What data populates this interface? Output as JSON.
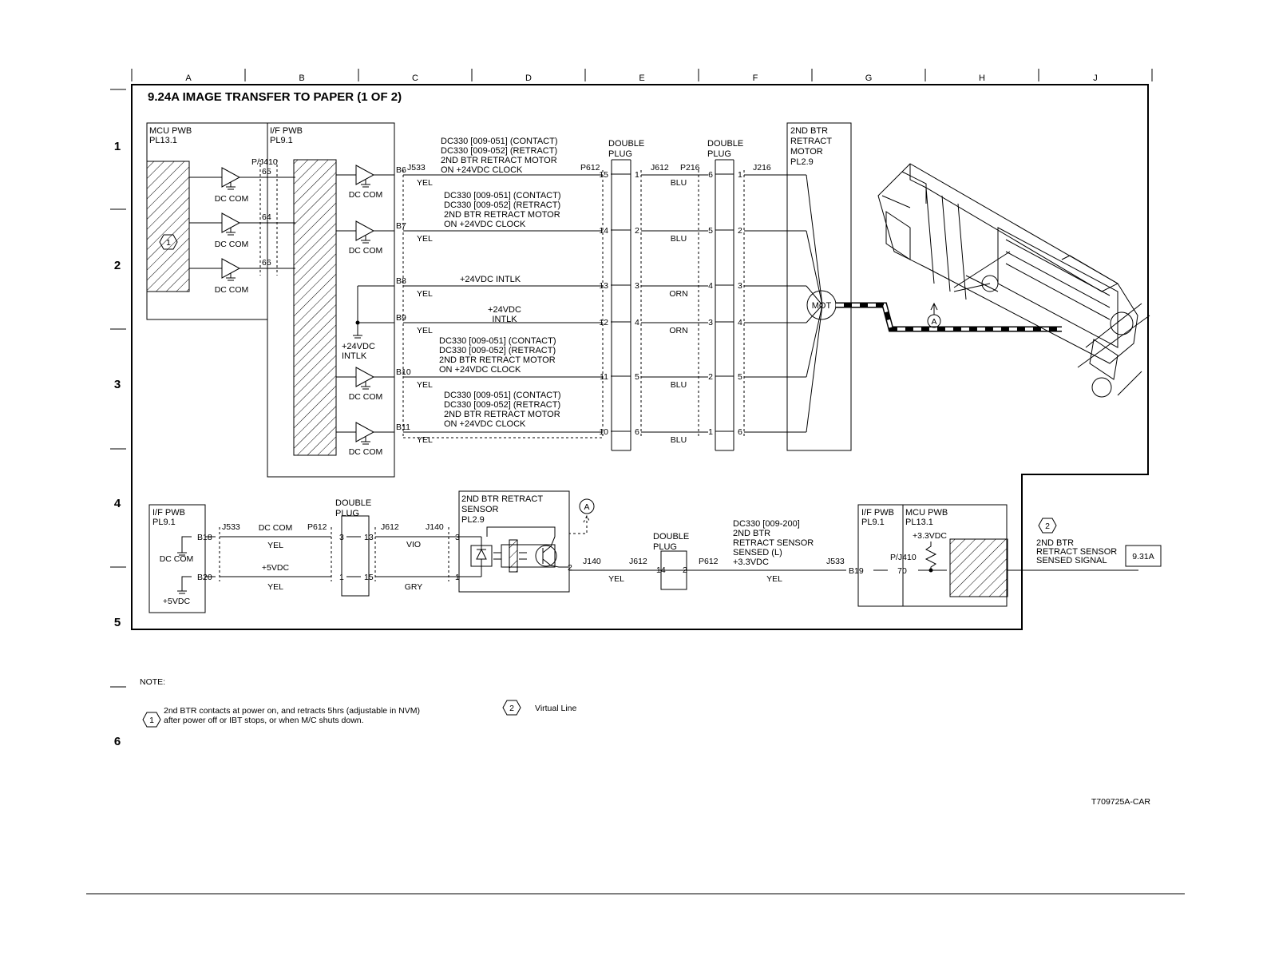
{
  "grid": {
    "columns": [
      "A",
      "B",
      "C",
      "D",
      "E",
      "F",
      "G",
      "H",
      "J"
    ],
    "rows": [
      "1",
      "2",
      "3",
      "4",
      "5",
      "6"
    ]
  },
  "title": "9.24A IMAGE TRANSFER TO PAPER (1 OF 2)",
  "top": {
    "mcu": [
      "MCU PWB",
      "PL13.1"
    ],
    "iff": [
      "I/F PWB",
      "PL9.1"
    ],
    "pj410": "P/J410",
    "pins": [
      "65",
      "64",
      "66"
    ],
    "dccom": "DC COM",
    "marker1": "1",
    "j533": "J533",
    "p612": "P612",
    "j612": "J612",
    "p216": "P216",
    "j216": "J216",
    "doubleplug": [
      "DOUBLE",
      "PLUG"
    ],
    "signals": [
      {
        "pin": "B6",
        "wire": "YEL",
        "lines": [
          "DC330 [009-051] (CONTACT)",
          "DC330 [009-052] (RETRACT)",
          "2ND BTR RETRACT MOTOR",
          "ON +24VDC CLOCK"
        ],
        "p1": "15",
        "p2": "1",
        "color2": "BLU",
        "p3": "6",
        "p4": "1"
      },
      {
        "pin": "B7",
        "wire": "YEL",
        "lines": [
          "DC330 [009-051] (CONTACT)",
          "DC330 [009-052] (RETRACT)",
          "2ND BTR RETRACT MOTOR",
          "ON +24VDC CLOCK"
        ],
        "p1": "14",
        "p2": "2",
        "color2": "BLU",
        "p3": "5",
        "p4": "2"
      },
      {
        "pin": "B8",
        "wire": "YEL",
        "lines": [
          "+24VDC INTLK"
        ],
        "p1": "13",
        "p2": "3",
        "color2": "ORN",
        "p3": "4",
        "p4": "3"
      },
      {
        "pin": "B9",
        "wire": "YEL",
        "lines": [
          "+24VDC",
          "INTLK"
        ],
        "p1": "12",
        "p2": "4",
        "color2": "ORN",
        "p3": "3",
        "p4": "4"
      },
      {
        "pin": "B10",
        "wire": "YEL",
        "lines": [
          "DC330 [009-051] (CONTACT)",
          "DC330 [009-052] (RETRACT)",
          "2ND BTR RETRACT MOTOR",
          "ON +24VDC CLOCK"
        ],
        "p1": "11",
        "p2": "5",
        "color2": "BLU",
        "p3": "2",
        "p4": "5"
      },
      {
        "pin": "B11",
        "wire": "YEL",
        "lines": [
          "DC330 [009-051] (CONTACT)",
          "DC330 [009-052] (RETRACT)",
          "2ND BTR RETRACT MOTOR",
          "ON +24VDC CLOCK"
        ],
        "p1": "10",
        "p2": "6",
        "color2": "BLU",
        "p3": "1",
        "p4": "6"
      }
    ],
    "intlk": [
      "+24VDC",
      "INTLK"
    ],
    "motor": [
      "2ND BTR",
      "RETRACT",
      "MOTOR",
      "PL2.9"
    ],
    "mot": "MOT",
    "markerA": "A"
  },
  "bottom": {
    "iff": [
      "I/F PWB",
      "PL9.1"
    ],
    "b18": "B18",
    "b20": "B20",
    "dccom": "DC COM",
    "p5vdc": "+5VDC",
    "j533": "J533",
    "p612": "P612",
    "j612": "J612",
    "j140": "J140",
    "doubleplug": [
      "DOUBLE",
      "PLUG"
    ],
    "w1": {
      "label": "DC COM",
      "wire": "YEL",
      "pa": "3",
      "pb": "13",
      "color": "VIO",
      "sp": "3"
    },
    "w2": {
      "label": "+5VDC",
      "wire": "YEL",
      "pa": "1",
      "pb": "15",
      "color": "GRY",
      "sp": "1"
    },
    "sensor": [
      "2ND BTR RETRACT",
      "SENSOR",
      "PL2.9"
    ],
    "sensorPin": "2",
    "markerA": "A",
    "j140b": "J140",
    "j612b": "J612",
    "p612b": "P612",
    "j533b": "J533",
    "dp2a": "14",
    "dp2b": "2",
    "yel": "YEL",
    "sig": [
      "DC330 [009-200]",
      "2ND BTR",
      "RETRACT SENSOR",
      "SENSED (L)",
      "+3.3VDC"
    ],
    "iff2": [
      "I/F PWB",
      "PL9.1"
    ],
    "mcu2": [
      "MCU PWB",
      "PL13.1"
    ],
    "v33": "+3.3VDC",
    "pj410": "P/J410",
    "b19": "B19",
    "pin70": "70",
    "marker2": "2",
    "out": [
      "2ND BTR",
      "RETRACT SENSOR",
      "SENSED SIGNAL"
    ],
    "ref": "9.31A"
  },
  "notes": {
    "header": "NOTE:",
    "n1": {
      "num": "1",
      "lines": [
        "2nd BTR contacts at power on, and retracts 5hrs (adjustable in NVM)",
        "after power off or IBT stops, or when M/C shuts down."
      ]
    },
    "n2": {
      "num": "2",
      "text": "Virtual Line"
    }
  },
  "docid": "T709725A-CAR"
}
